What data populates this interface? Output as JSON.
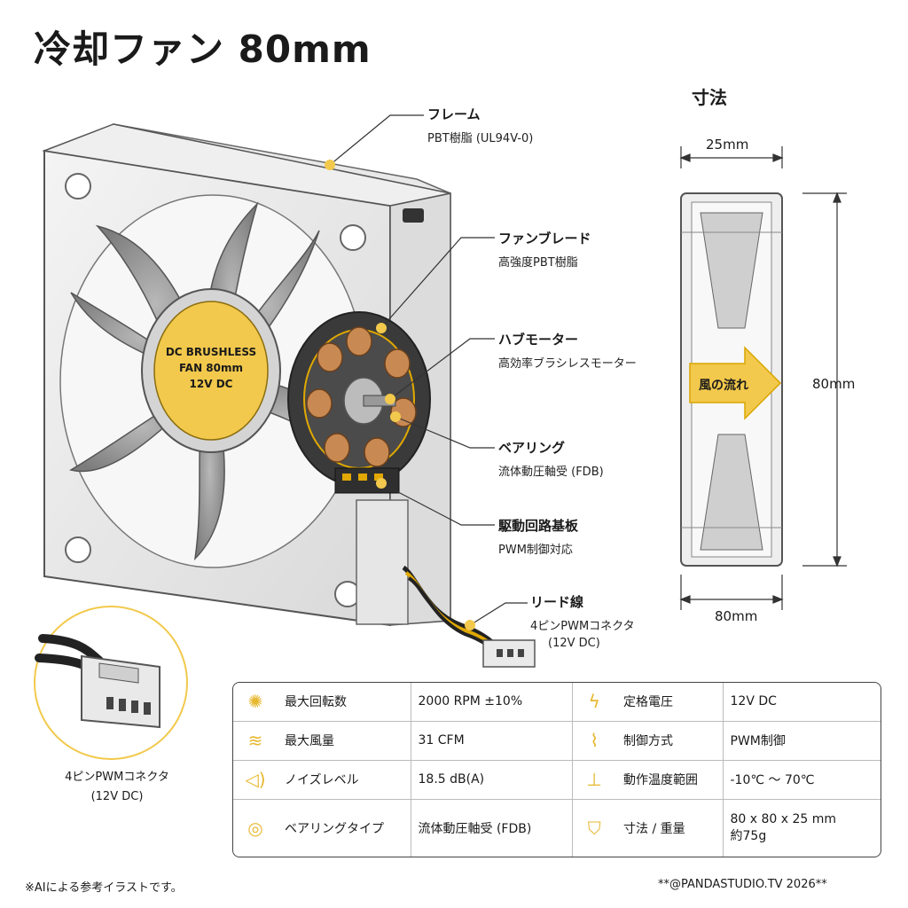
{
  "title": "冷却ファン 80mm",
  "dimensions": {
    "heading": "寸法",
    "depth": "25mm",
    "height": "80mm",
    "width": "80mm",
    "flow_label": "風の流れ"
  },
  "hub_label": [
    "DC BRUSHLESS",
    "FAN 80mm",
    "12V DC"
  ],
  "callouts": [
    {
      "name": "フレーム",
      "desc": "PBT樹脂 (UL94V-0)"
    },
    {
      "name": "ファンブレード",
      "desc": "高強度PBT樹脂"
    },
    {
      "name": "ハブモーター",
      "desc": "高効率ブラシレスモーター"
    },
    {
      "name": "ベアリング",
      "desc": "流体動圧軸受 (FDB)"
    },
    {
      "name": "駆動回路基板",
      "desc": "PWM制御対応"
    },
    {
      "name": "リード線",
      "desc": "4ピンPWMコネクタ",
      "desc2": "(12V DC)"
    }
  ],
  "connector_caption": [
    "4ピンPWMコネクタ",
    "(12V DC)"
  ],
  "specs": [
    {
      "icon_left": "fan-icon",
      "label_left": "最大回転数",
      "value_left": "2000 RPM ±10%",
      "icon_right": "bolt-icon",
      "label_right": "定格電圧",
      "value_right": "12V DC"
    },
    {
      "icon_left": "wind-icon",
      "label_left": "最大風量",
      "value_left": "31 CFM",
      "icon_right": "pwm-wave-icon",
      "label_right": "制御方式",
      "value_right": "PWM制御"
    },
    {
      "icon_left": "speaker-icon",
      "label_left": "ノイズレベル",
      "value_left": "18.5 dB(A)",
      "icon_right": "thermometer-icon",
      "label_right": "動作温度範囲",
      "value_right": "-10℃ ～ 70℃"
    },
    {
      "icon_left": "bearing-icon",
      "label_left": "ベアリングタイプ",
      "value_left": "流体動圧軸受 (FDB)",
      "icon_right": "weight-icon",
      "label_right": "寸法 / 重量",
      "value_right": "80 x 80 x 25 mm",
      "value_right2": "約75g"
    }
  ],
  "footer_left": "※AIによる参考イラストです。",
  "footer_right": "**@PANDASTUDIO.TV 2026**",
  "colors": {
    "accent": "#f2c94c",
    "accent_dark": "#e0a800",
    "line": "#333333"
  }
}
